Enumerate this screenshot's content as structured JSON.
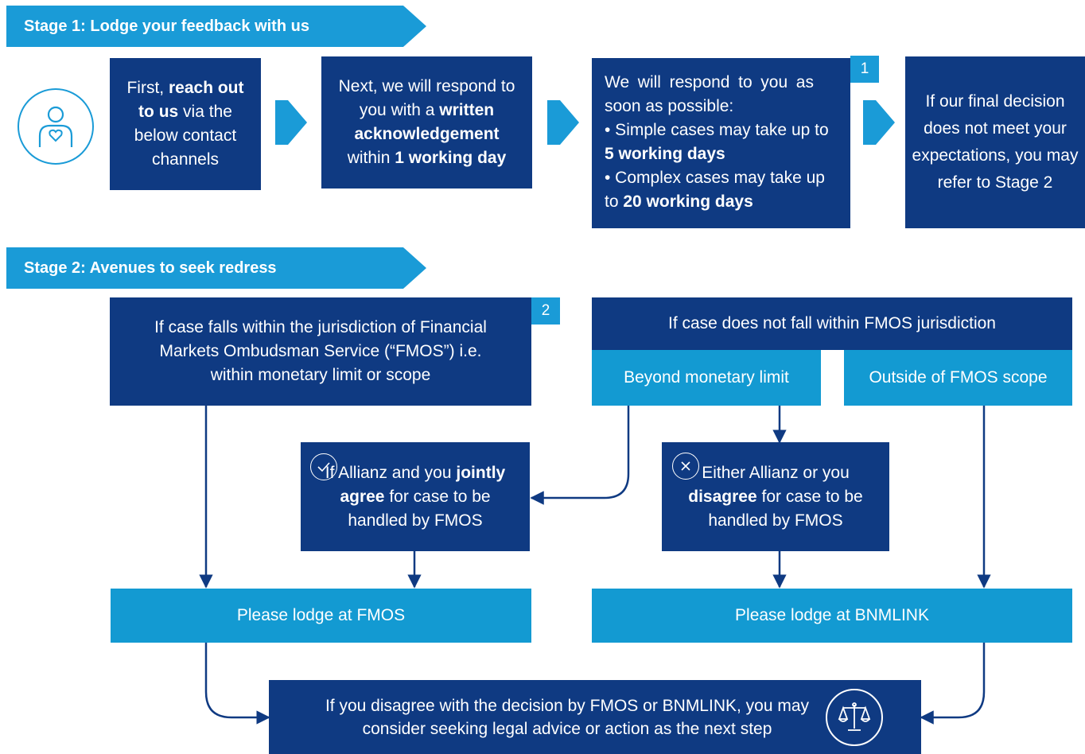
{
  "stage1": {
    "title": "Stage 1: Lodge your feedback with us",
    "box1": {
      "t1": "First, ",
      "b1": "reach out to us",
      "t2": " via the below contact channels"
    },
    "box2": {
      "t1": "Next, we will respond to you with a ",
      "b1": "written acknowledgement",
      "t2": " within ",
      "b2": "1 working day"
    },
    "box3": {
      "intro": "We will respond to you as soon as possible:",
      "item1_t": "• Simple cases may take up to ",
      "item1_b": "5 working days",
      "item2_t": "• Complex cases may take up to ",
      "item2_b": "20 working days"
    },
    "box3_num": "1",
    "box4": "If our final decision does not meet your expectations, you may refer to Stage 2"
  },
  "stage2": {
    "title": "Stage 2: Avenues to seek redress",
    "within": "If case falls within the jurisdiction of Financial Markets Ombudsman Service (“FMOS”) i.e. within monetary limit or scope",
    "within_num": "2",
    "not_within": "If case does not fall within FMOS jurisdiction",
    "beyond": "Beyond monetary limit",
    "outside": "Outside of FMOS scope",
    "agree": {
      "t1": "If Allianz and you ",
      "b1": "jointly agree",
      "t2": " for case to be handled by FMOS"
    },
    "disagree": {
      "t1": "Either Allianz or you ",
      "b1": "disagree",
      "t2": " for case to be handled by FMOS"
    },
    "lodge_fmos": "Please lodge at FMOS",
    "lodge_bnm": "Please lodge at BNMLINK",
    "final": "If you disagree with the decision by FMOS or BNMLINK, you may consider seeking legal advice or action as the next step"
  },
  "colors": {
    "dark_blue": "#0f3a82",
    "light_blue": "#139ad2",
    "arrow_blue": "#1a9bd7"
  },
  "icons": [
    "person-heart-icon",
    "checkmark-circle-icon",
    "cross-circle-icon",
    "scales-icon"
  ]
}
